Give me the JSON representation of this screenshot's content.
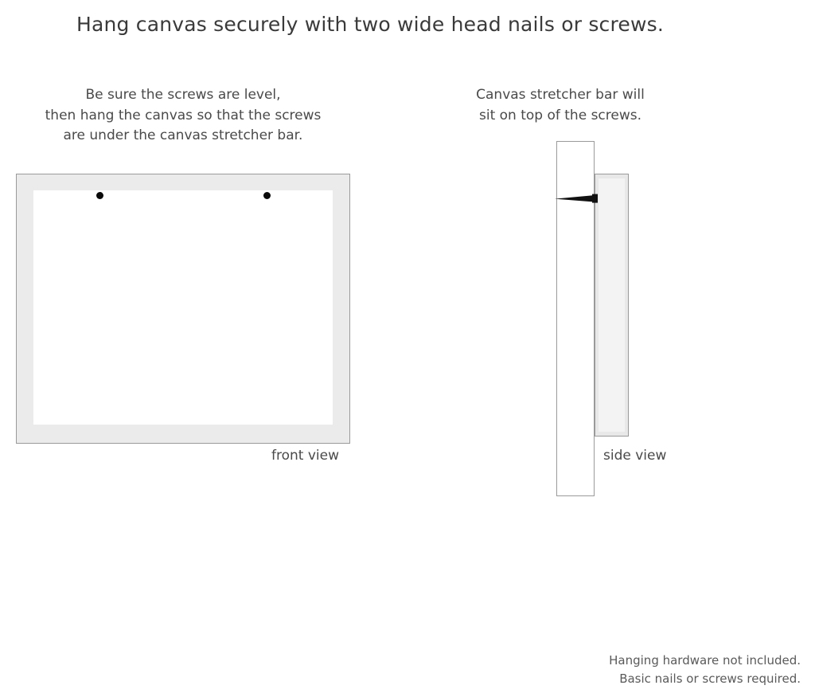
{
  "title": "Hang canvas securely with two wide head nails or screws.",
  "captions": {
    "left": [
      "Be sure the screws are level,",
      "then hang the canvas so that the screws",
      "are under the canvas stretcher bar."
    ],
    "right": [
      "Canvas stretcher bar will",
      "sit on top of the screws."
    ]
  },
  "diagrams": {
    "front": {
      "label": "front view",
      "screw_marks": 2
    },
    "side": {
      "label": "side view",
      "parts": {
        "wall": "wall",
        "canvas": "canvas-stretcher-bar",
        "screw": "screw"
      }
    }
  },
  "footer": [
    "Hanging hardware not included.",
    "Basic nails or screws required."
  ],
  "colors": {
    "frame_fill": "#ebebeb",
    "frame_border": "#9a9a9a",
    "canvas_fill": "#e8e8e8",
    "screw": "#111111",
    "text": "#4a4a4a"
  }
}
